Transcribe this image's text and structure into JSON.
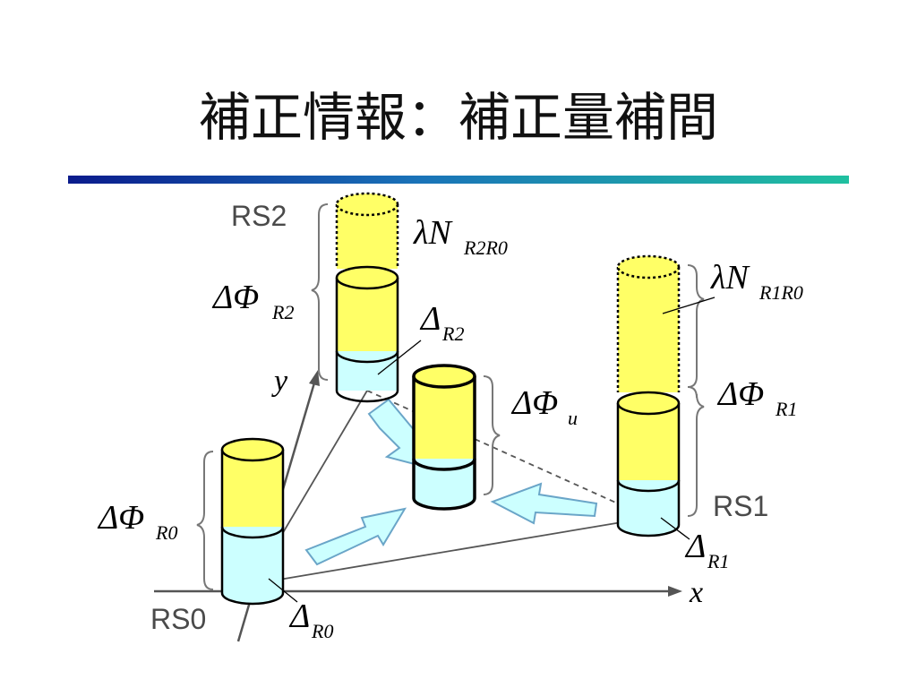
{
  "title": "補正情報：補正量補間",
  "labels": {
    "rs0": "RS0",
    "rs1": "RS1",
    "rs2": "RS2",
    "axis_x": "x",
    "axis_y": "y"
  },
  "math": {
    "delta_phi": "ΔΦ",
    "delta": "Δ",
    "lambda_n": "λN",
    "sub_R0": "R0",
    "sub_R1": "R1",
    "sub_R2": "R2",
    "sub_u": "u",
    "sub_R2R0": "R2R0",
    "sub_R1R0": "R1R0"
  },
  "colors": {
    "yellow": "#ffff66",
    "cyan": "#ccffff",
    "arrow_fill": "#ccffff",
    "arrow_stroke": "#6aa5c8",
    "line": "#555555"
  }
}
